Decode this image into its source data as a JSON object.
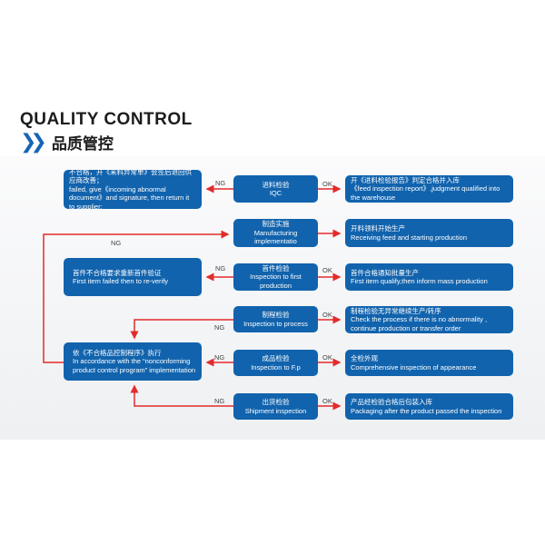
{
  "header": {
    "title": "QUALITY CONTROL",
    "subtitle": "品质管控"
  },
  "steps": [
    {
      "cn": "进料检验",
      "en": "IQC",
      "ok": "开《进料检验报告》判定合格并入库",
      "ok_en": "《feed inspection report》,judgment qualified into the warehouse"
    },
    {
      "cn": "制造实施",
      "en": "Manufacturing implementatio",
      "ok": "开料领料开始生产",
      "ok_en": "Receiving feed and starting production"
    },
    {
      "cn": "首件检验",
      "en": "Inspection to first production",
      "ok": "首件合格通知批量生产",
      "ok_en": "First item qualify,then inform mass production"
    },
    {
      "cn": "制程检验",
      "en": "Inspection to process",
      "ok": "制程检验无异常继续生产/转序",
      "ok_en": "Check the process if there is no abnormality , continue production or transfer order"
    },
    {
      "cn": "成品检验",
      "en": "Inspection to F.p",
      "ok": "全检外观",
      "ok_en": "Comprehensive inspection of appearance"
    },
    {
      "cn": "出货检验",
      "en": "Shipment inspection",
      "ok": "产品经检验合格后包装入库",
      "ok_en": "Packaging after the product passed the inspection"
    }
  ],
  "fail": [
    {
      "cn": "不合格，开《来料异常单》会签后退回供应商改善；",
      "en": "failed, give《incoming abnormal document》and signature, then return it to supplier;"
    },
    {
      "cn": "首件不合格要求重新首件验证",
      "en": "First item failed then to re-verify"
    },
    {
      "cn": "依《不合格品控制程序》执行",
      "en": "In accordance with the “nonconforming product control program” implementation"
    }
  ],
  "labels": {
    "ng": "NG",
    "ok": "OK"
  }
}
